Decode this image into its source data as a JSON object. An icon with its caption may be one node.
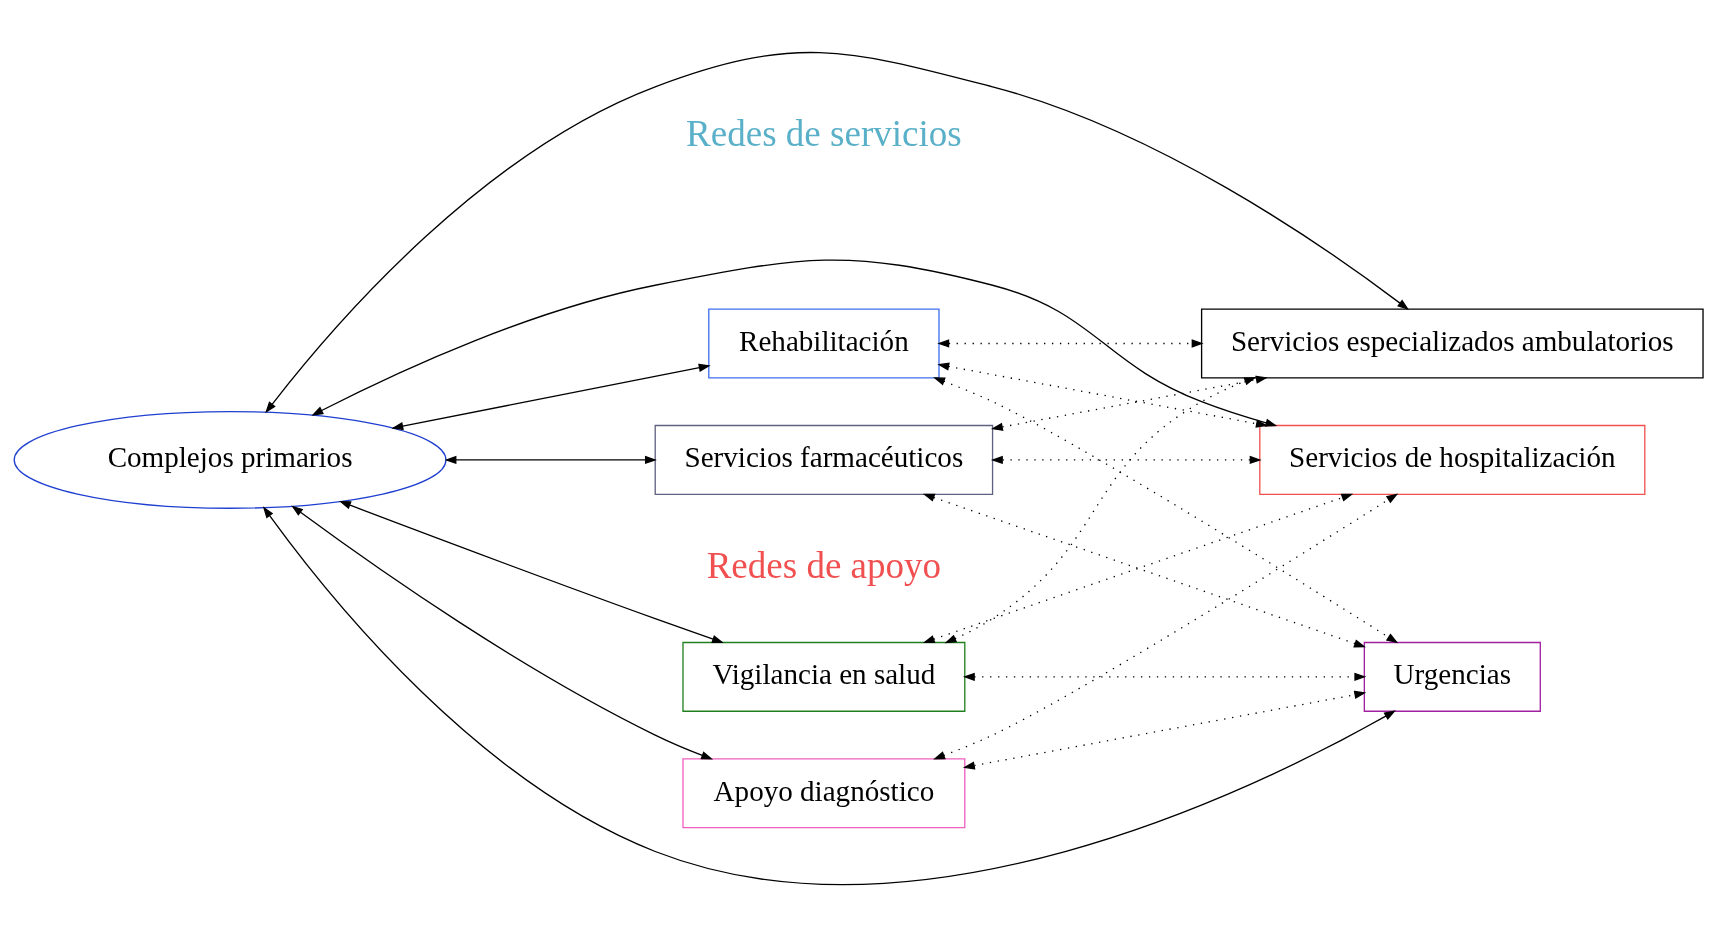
{
  "diagram": {
    "nodes": [
      {
        "text": [
          "Complejos primarios"
        ]
      },
      {
        "text": [
          "Servicios especializados ambulatorios"
        ]
      },
      {
        "text": [
          "Servicios de hospitalización"
        ]
      },
      {
        "text": [
          "Urgencias"
        ]
      },
      {
        "text": [
          "Vigilancia en salud"
        ]
      },
      {
        "text": [
          "Apoyo diagnóstico"
        ]
      },
      {
        "text": [
          "Servicios farmacéuticos"
        ]
      },
      {
        "text": [
          "Rehabilitación"
        ]
      }
    ],
    "edges": [
      {
        "from": 0,
        "to": 1,
        "arrow": "both"
      },
      {
        "from": 0,
        "to": 2,
        "arrow": "both"
      },
      {
        "from": 0,
        "to": 3,
        "arrow": "both"
      },
      {
        "from": 0,
        "to": 4,
        "arrow": "both"
      },
      {
        "from": 0,
        "to": 5,
        "arrow": "both"
      },
      {
        "from": 0,
        "to": 6,
        "arrow": "both"
      },
      {
        "from": 0,
        "to": 7,
        "arrow": "both"
      },
      {
        "from": 4,
        "to": 1,
        "arrow": "both",
        "style": "dashed"
      },
      {
        "from": 6,
        "to": 1,
        "arrow": "both",
        "style": "dashed"
      },
      {
        "from": 7,
        "to": 1,
        "arrow": "both",
        "style": "dashed"
      },
      {
        "from": 4,
        "to": 2,
        "arrow": "both",
        "style": "dashed"
      },
      {
        "from": 5,
        "to": 2,
        "arrow": "both",
        "style": "dashed"
      },
      {
        "from": 6,
        "to": 2,
        "arrow": "both",
        "style": "dashed"
      },
      {
        "from": 7,
        "to": 2,
        "arrow": "both",
        "style": "dashed"
      },
      {
        "from": 4,
        "to": 3,
        "arrow": "both",
        "style": "dashed"
      },
      {
        "from": 5,
        "to": 3,
        "arrow": "both",
        "style": "dashed"
      },
      {
        "from": 6,
        "to": 3,
        "arrow": "both",
        "style": "dashed"
      },
      {
        "from": 7,
        "to": 3,
        "arrow": "both",
        "style": "dashed"
      }
    ],
    "labels": [
      "Redes de servicios",
      "Redes de apoyo"
    ]
  }
}
